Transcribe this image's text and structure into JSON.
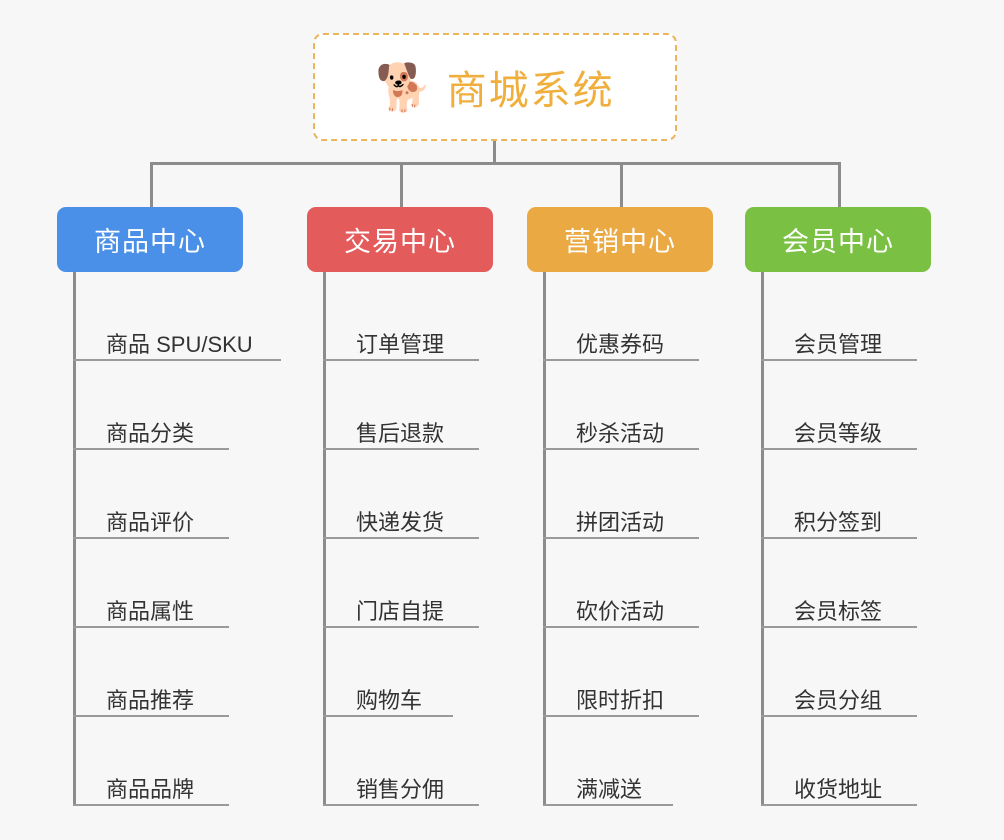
{
  "canvas": {
    "background_color": "#f7f7f7",
    "connector_color": "#8c8c8c",
    "leaf_line_color": "#9a9a9a",
    "leaf_text_color": "#333333"
  },
  "root": {
    "icon": "shiba-dog-face-emoji",
    "icon_glyph": "🐕",
    "title": "商城系统",
    "title_color": "#f0ae3c",
    "border_color": "#eeb45c",
    "background_color": "#ffffff"
  },
  "branches": [
    {
      "label": "商品中心",
      "color": "#4a90e8",
      "items": [
        "商品 SPU/SKU",
        "商品分类",
        "商品评价",
        "商品属性",
        "商品推荐",
        "商品品牌"
      ]
    },
    {
      "label": "交易中心",
      "color": "#e35b5b",
      "items": [
        "订单管理",
        "售后退款",
        "快递发货",
        "门店自提",
        "购物车",
        "销售分佣"
      ]
    },
    {
      "label": "营销中心",
      "color": "#eaa942",
      "items": [
        "优惠券码",
        "秒杀活动",
        "拼团活动",
        "砍价活动",
        "限时折扣",
        "满减送"
      ]
    },
    {
      "label": "会员中心",
      "color": "#7ac143",
      "items": [
        "会员管理",
        "会员等级",
        "积分签到",
        "会员标签",
        "会员分组",
        "收货地址"
      ]
    }
  ]
}
